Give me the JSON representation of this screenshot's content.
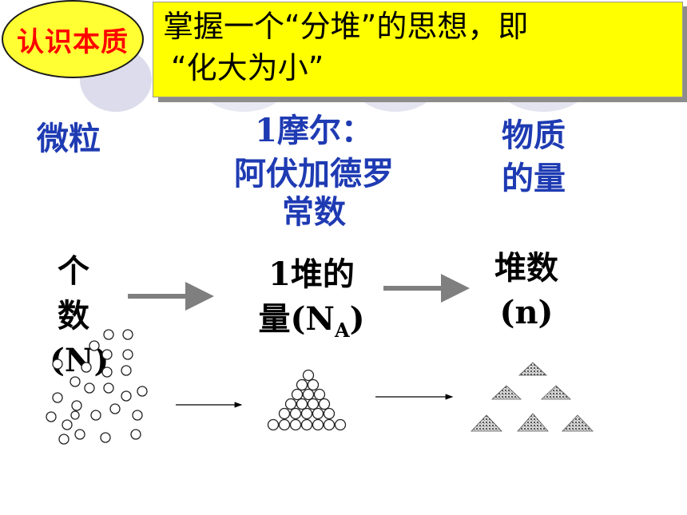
{
  "header": {
    "badge": "认识本质",
    "banner_line1": "掌握一个“分堆”的思想，即",
    "banner_line2": "“化大为小”"
  },
  "columns": {
    "particle": "微粒",
    "mole_line1": "1摩尔：",
    "mole_line2": "阿伏加德罗",
    "mole_line3": "常数",
    "amount_line1": "物质",
    "amount_line2": "的量"
  },
  "quantities": {
    "count_line1": "个",
    "count_line2": "数",
    "count_line3": "(N)",
    "pile_line1": "1堆的",
    "pile_line2_prefix": "量(N",
    "pile_line2_sub": "A",
    "pile_line2_suffix": ")",
    "piles_line1": "堆数",
    "piles_line2": "(n)"
  },
  "colors": {
    "badge_bg": "#ffff33",
    "badge_text": "#ff0000",
    "banner_bg": "#ffff00",
    "heading_blue": "#1f3bb3",
    "arrow_gray": "#7f7f7f"
  }
}
